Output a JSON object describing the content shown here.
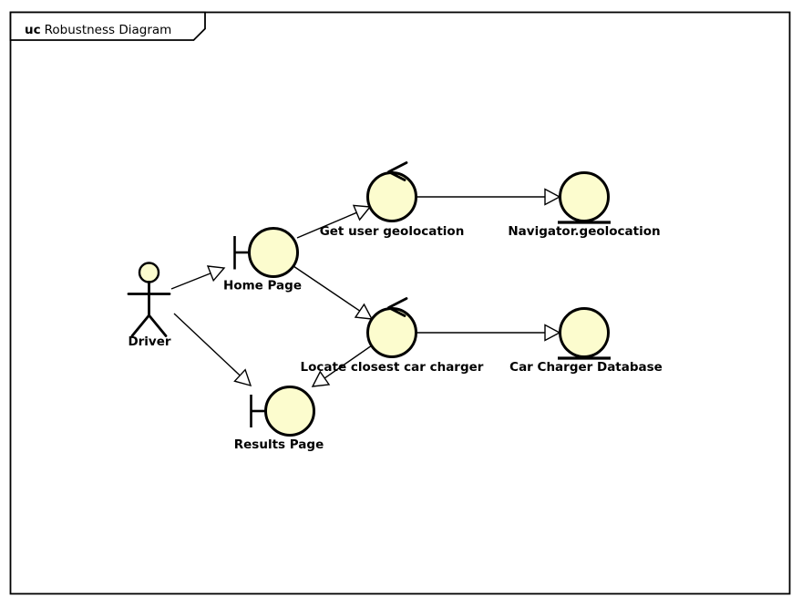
{
  "frame": {
    "keyword": "uc",
    "title": "Robustness Diagram"
  },
  "colors": {
    "background": "#FFFFFF",
    "shape_fill": "#FCFCCE",
    "stroke": "#000000",
    "text": "#000000"
  },
  "nodes": {
    "driver": {
      "type": "actor",
      "label": "Driver"
    },
    "home_page": {
      "type": "boundary",
      "label": "Home Page"
    },
    "get_user_geolocation": {
      "type": "control",
      "label": "Get user geolocation"
    },
    "navigator_geolocation": {
      "type": "entity",
      "label": "Navigator.geolocation"
    },
    "locate_closest_car_charger": {
      "type": "control",
      "label": "Locate closest car charger"
    },
    "car_charger_database": {
      "type": "entity",
      "label": "Car Charger Database"
    },
    "results_page": {
      "type": "boundary",
      "label": "Results Page"
    }
  },
  "edges": [
    {
      "from": "driver",
      "to": "home_page",
      "style": "open-triangle-arrow"
    },
    {
      "from": "driver",
      "to": "results_page",
      "style": "open-triangle-arrow"
    },
    {
      "from": "home_page",
      "to": "get_user_geolocation",
      "style": "open-triangle-arrow"
    },
    {
      "from": "home_page",
      "to": "locate_closest_car_charger",
      "style": "open-triangle-arrow"
    },
    {
      "from": "get_user_geolocation",
      "to": "navigator_geolocation",
      "style": "open-triangle-arrow"
    },
    {
      "from": "locate_closest_car_charger",
      "to": "car_charger_database",
      "style": "open-triangle-arrow"
    },
    {
      "from": "locate_closest_car_charger",
      "to": "results_page",
      "style": "open-triangle-arrow"
    }
  ]
}
